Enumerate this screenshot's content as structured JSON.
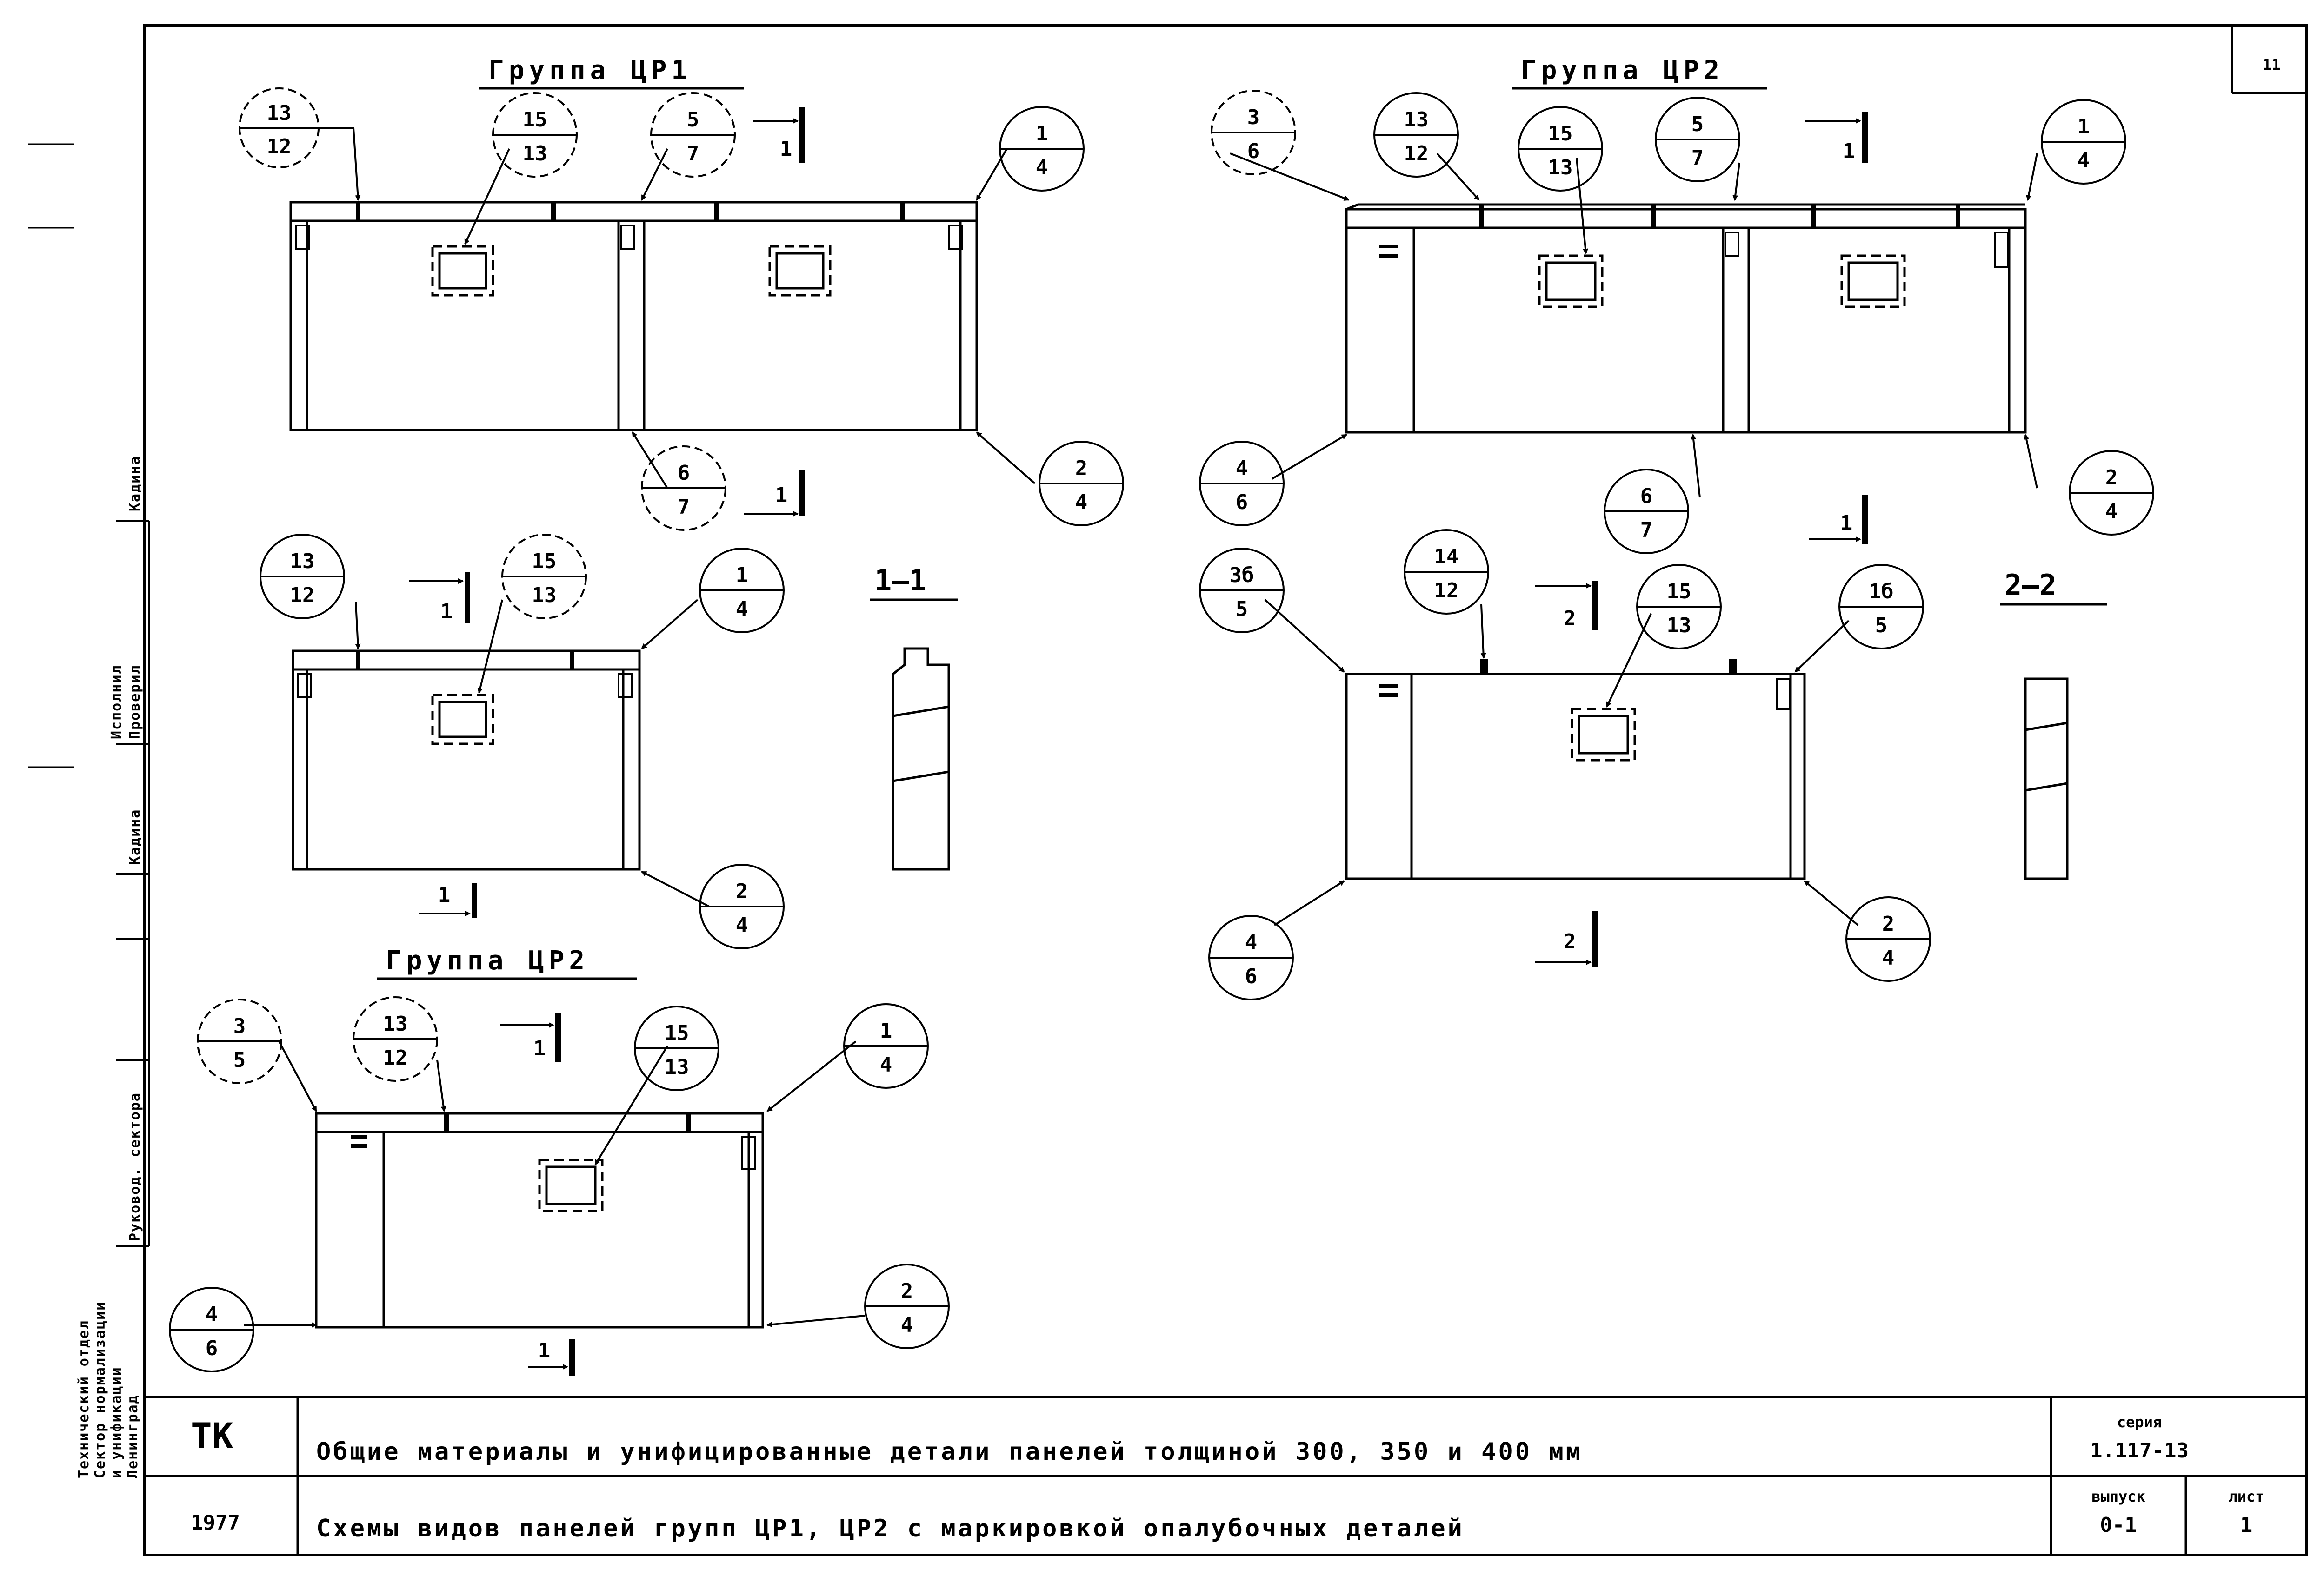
{
  "sheet_number": "11",
  "groups": {
    "top_left": "Группа  ЦР1",
    "top_right": "Группа  ЦР2",
    "bottom_left": "Группа  ЦР2"
  },
  "sections": {
    "s1": "1—1",
    "s2": "2—2"
  },
  "cut_marks": {
    "c1": "1",
    "c2": "1",
    "c3": "1",
    "c4": "1",
    "c5": "1",
    "c6": "1",
    "c7": "1",
    "c8": "2",
    "c9": "2"
  },
  "callouts": {
    "p1_13_12": [
      "13",
      "12"
    ],
    "p1_15_13": [
      "15",
      "13"
    ],
    "p1_5_7": [
      "5",
      "7"
    ],
    "p1_1_4": [
      "1",
      "4"
    ],
    "p1_6_7": [
      "6",
      "7"
    ],
    "p1_2_4": [
      "2",
      "4"
    ],
    "p2_3_6": [
      "3",
      "6"
    ],
    "p2_13_12": [
      "13",
      "12"
    ],
    "p2_15_13": [
      "15",
      "13"
    ],
    "p2_5_7": [
      "5",
      "7"
    ],
    "p2_1_4": [
      "1",
      "4"
    ],
    "p2_4_6": [
      "4",
      "6"
    ],
    "p2_6_7": [
      "6",
      "7"
    ],
    "p2_2_4": [
      "2",
      "4"
    ],
    "p3_13_12": [
      "13",
      "12"
    ],
    "p3_15_13": [
      "15",
      "13"
    ],
    "p3_1_4": [
      "1",
      "4"
    ],
    "p3_2_4": [
      "2",
      "4"
    ],
    "p4_3b_5": [
      "3б",
      "5"
    ],
    "p4_14_12": [
      "14",
      "12"
    ],
    "p4_15_13": [
      "15",
      "13"
    ],
    "p4_1b_5": [
      "1б",
      "5"
    ],
    "p4_4_6": [
      "4",
      "6"
    ],
    "p4_2_4": [
      "2",
      "4"
    ],
    "p5_3_5": [
      "3",
      "5"
    ],
    "p5_13_12": [
      "13",
      "12"
    ],
    "p5_15_13": [
      "15",
      "13"
    ],
    "p5_1_4": [
      "1",
      "4"
    ],
    "p5_4_6": [
      "4",
      "6"
    ],
    "p5_2_4": [
      "2",
      "4"
    ]
  },
  "title_block": {
    "org": "ТК",
    "year": "1977",
    "title_line1": "Общие материалы и унифицированные детали панелей толщиной 300, 350 и 400 мм",
    "title_line2": "Схемы видов панелей групп ЦР1, ЦР2 с маркировкой опалубочных деталей",
    "series_label": "серия",
    "series_value": "1.117-13",
    "issue_label": "выпуск",
    "issue_value": "0-1",
    "sheet_label": "лист",
    "sheet_value": "1"
  },
  "side_stamp": {
    "dept_line1": "Технический отдел",
    "dept_line2": "Сектор нормализации",
    "dept_line3": "и унификации",
    "dept_line4": "Ленинград",
    "role1": "Руковод. сектора",
    "role2": "Исполнил",
    "role3": "Проверил",
    "name1": "Кадина",
    "name2": "Кадина"
  }
}
